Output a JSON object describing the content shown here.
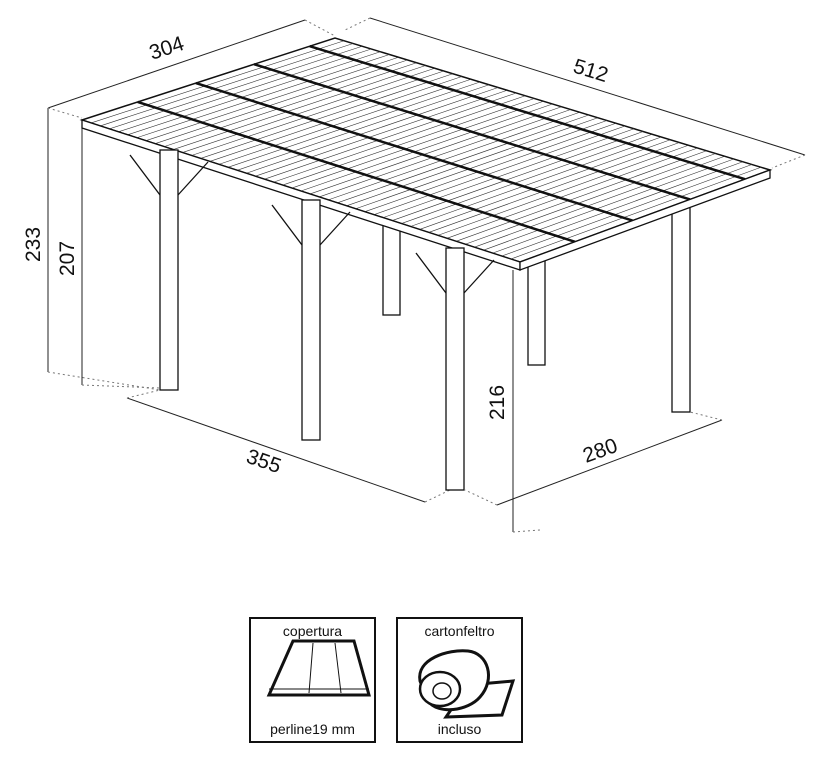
{
  "dimensions": {
    "roof_depth": "304",
    "roof_length": "512",
    "total_height": "233",
    "front_height": "207",
    "post_span_length": "355",
    "post_span_width": "280",
    "clear_height": "216"
  },
  "badges": [
    {
      "title": "copertura",
      "caption": "perline19 mm",
      "icon": "roof-planks-icon"
    },
    {
      "title": "cartonfeltro",
      "caption": "incluso",
      "icon": "felt-roll-icon"
    }
  ]
}
